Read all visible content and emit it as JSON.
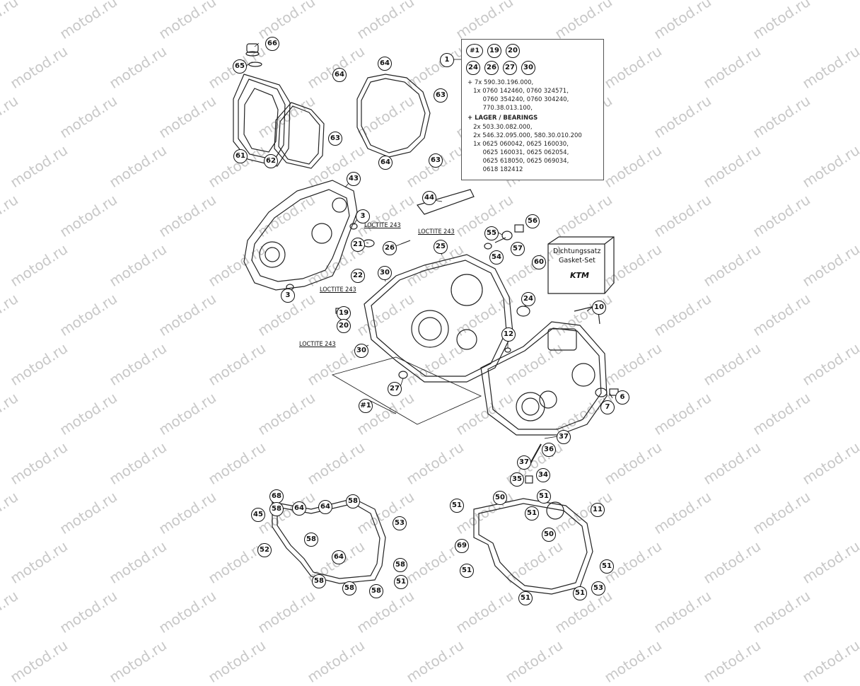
{
  "watermark": "motod.ru",
  "loctite_label": "LOCTITE 243",
  "legend": {
    "callouts_row1": [
      "#1",
      "19",
      "20"
    ],
    "callouts_row2": [
      "24",
      "26",
      "27",
      "30"
    ],
    "line1": "+ 7x 590.30.196.000,",
    "line2": "   1x 0760 142460, 0760 324571,",
    "line3": "        0760 354240, 0760 304240,",
    "line4": "        770.38.013.100,",
    "bearings_heading": "+ LAGER / BEARINGS",
    "line5": "   2x 503.30.082.000,",
    "line6": "   2x 546.32.095.000, 580.30.010.200",
    "line7": "   1x 0625 060042, 0625 160030,",
    "line8": "        0625 160031, 0625 062054,",
    "line9": "        0625 618050, 0625 069034,",
    "line10": "        0618 182412"
  },
  "gasket_box": {
    "line1": "Dichtungssatz",
    "line2": "Gasket-Set",
    "brand": "KTM"
  },
  "callouts": [
    {
      "n": "1"
    },
    {
      "n": "66"
    },
    {
      "n": "65"
    },
    {
      "n": "64"
    },
    {
      "n": "64"
    },
    {
      "n": "63"
    },
    {
      "n": "63"
    },
    {
      "n": "63"
    },
    {
      "n": "64"
    },
    {
      "n": "61"
    },
    {
      "n": "62"
    },
    {
      "n": "43"
    },
    {
      "n": "44"
    },
    {
      "n": "3"
    },
    {
      "n": "21"
    },
    {
      "n": "26"
    },
    {
      "n": "25"
    },
    {
      "n": "55"
    },
    {
      "n": "56"
    },
    {
      "n": "54"
    },
    {
      "n": "57"
    },
    {
      "n": "60"
    },
    {
      "n": "22"
    },
    {
      "n": "30"
    },
    {
      "n": "3"
    },
    {
      "n": "24"
    },
    {
      "n": "10"
    },
    {
      "n": "19"
    },
    {
      "n": "20"
    },
    {
      "n": "12"
    },
    {
      "n": "30"
    },
    {
      "n": "27"
    },
    {
      "n": "6"
    },
    {
      "n": "7"
    },
    {
      "n": "#1"
    },
    {
      "n": "37"
    },
    {
      "n": "36"
    },
    {
      "n": "37"
    },
    {
      "n": "34"
    },
    {
      "n": "35"
    },
    {
      "n": "68"
    },
    {
      "n": "50"
    },
    {
      "n": "51"
    },
    {
      "n": "64"
    },
    {
      "n": "64"
    },
    {
      "n": "58"
    },
    {
      "n": "45"
    },
    {
      "n": "58"
    },
    {
      "n": "51"
    },
    {
      "n": "51"
    },
    {
      "n": "11"
    },
    {
      "n": "53"
    },
    {
      "n": "50"
    },
    {
      "n": "52"
    },
    {
      "n": "58"
    },
    {
      "n": "69"
    },
    {
      "n": "64"
    },
    {
      "n": "58"
    },
    {
      "n": "51"
    },
    {
      "n": "51"
    },
    {
      "n": "58"
    },
    {
      "n": "58"
    },
    {
      "n": "58"
    },
    {
      "n": "51"
    },
    {
      "n": "51"
    },
    {
      "n": "53"
    },
    {
      "n": "51"
    }
  ]
}
